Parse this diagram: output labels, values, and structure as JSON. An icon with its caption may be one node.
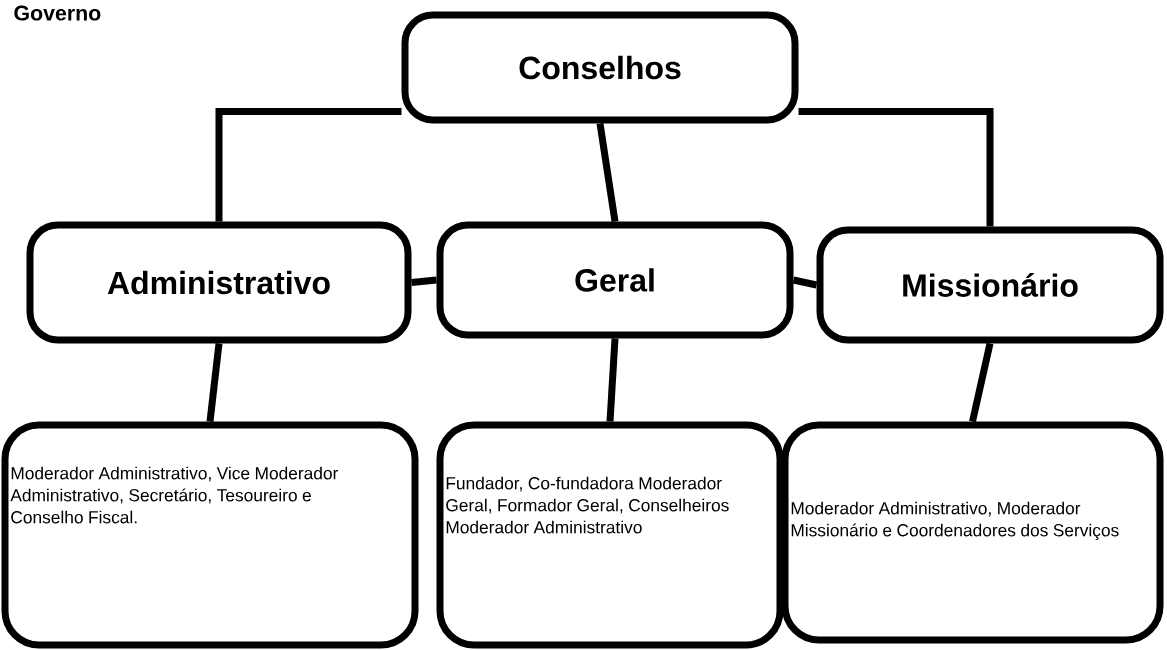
{
  "diagram": {
    "title": "Governo",
    "nodes": [
      {
        "text": [
          "Conselhos"
        ]
      },
      {
        "text": [
          "Administrativo"
        ]
      },
      {
        "text": [
          "Geral"
        ]
      },
      {
        "text": [
          "Missionário"
        ]
      },
      {
        "text": [
          "Moderador Administrativo, Vice Moderador Administrativo, Secretário, Tesoureiro e Conselho Fiscal."
        ]
      },
      {
        "text": [
          "Fundador, Co-fundadora Moderador Geral, Formador Geral, Conselheiros Moderador Administrativo"
        ]
      },
      {
        "text": [
          "Moderador Administrativo, Moderador Missionário e Coordenadores dos Serviços"
        ]
      }
    ],
    "edges": [
      {
        "from": 0,
        "to": 1,
        "arrow": "none"
      },
      {
        "from": 0,
        "to": 2,
        "arrow": "none"
      },
      {
        "from": 0,
        "to": 3,
        "arrow": "none"
      },
      {
        "from": 1,
        "to": 2,
        "arrow": "none"
      },
      {
        "from": 2,
        "to": 3,
        "arrow": "none"
      },
      {
        "from": 1,
        "to": 4,
        "arrow": "none"
      },
      {
        "from": 2,
        "to": 5,
        "arrow": "none"
      },
      {
        "from": 3,
        "to": 6,
        "arrow": "none"
      }
    ]
  }
}
